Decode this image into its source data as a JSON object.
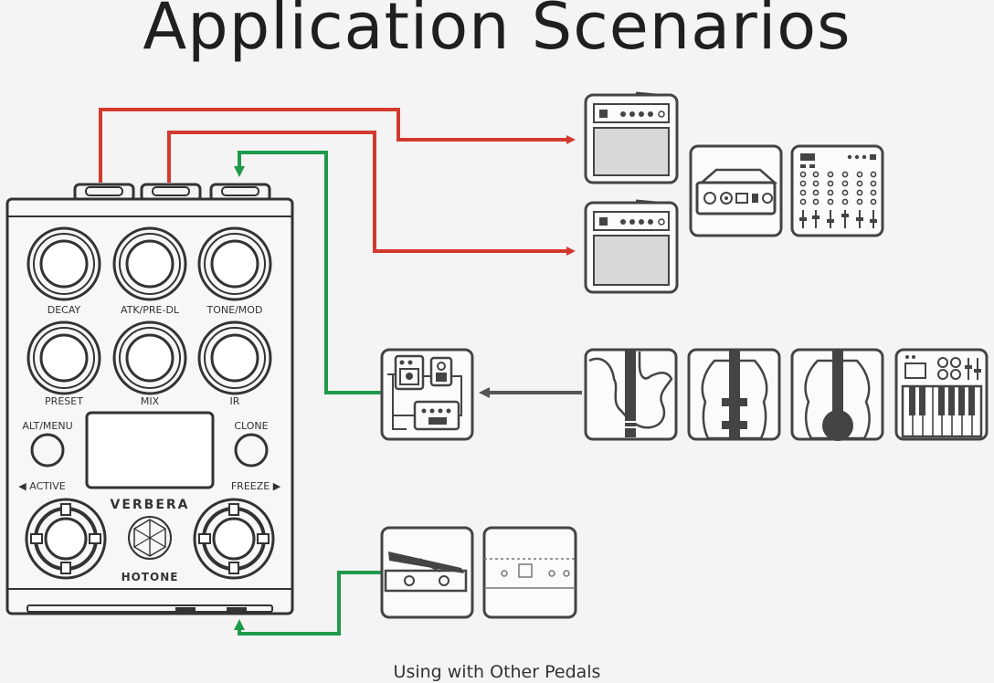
{
  "title": "Application Scenarios",
  "caption": "Using with Other Pedals",
  "pedal": {
    "name": "VERBERA",
    "brand": "HOTONE",
    "knob_labels": {
      "decay": "DECAY",
      "atk": "ATK/PRE-DL",
      "tone": "TONE/MOD",
      "preset": "PRESET",
      "mix": "MIX",
      "ir": "IR"
    },
    "button_labels": {
      "alt_menu": "ALT/MENU",
      "clone": "CLONE",
      "active": "◀ ACTIVE",
      "freeze": "FREEZE ▶"
    }
  },
  "colors": {
    "output_line": "#d23a2e",
    "input_line": "#1f9a4a",
    "signal_arrow": "#555555",
    "device_stroke": "#4a4a4a"
  },
  "icons": [
    "amp-icon",
    "amp-icon",
    "audio-interface-icon",
    "mixer-icon",
    "pedalboard-icon",
    "electric-guitar-icon",
    "acoustic-guitar-icon",
    "classical-guitar-icon",
    "keyboard-synth-icon",
    "expression-pedal-icon",
    "footswitch-icon"
  ]
}
